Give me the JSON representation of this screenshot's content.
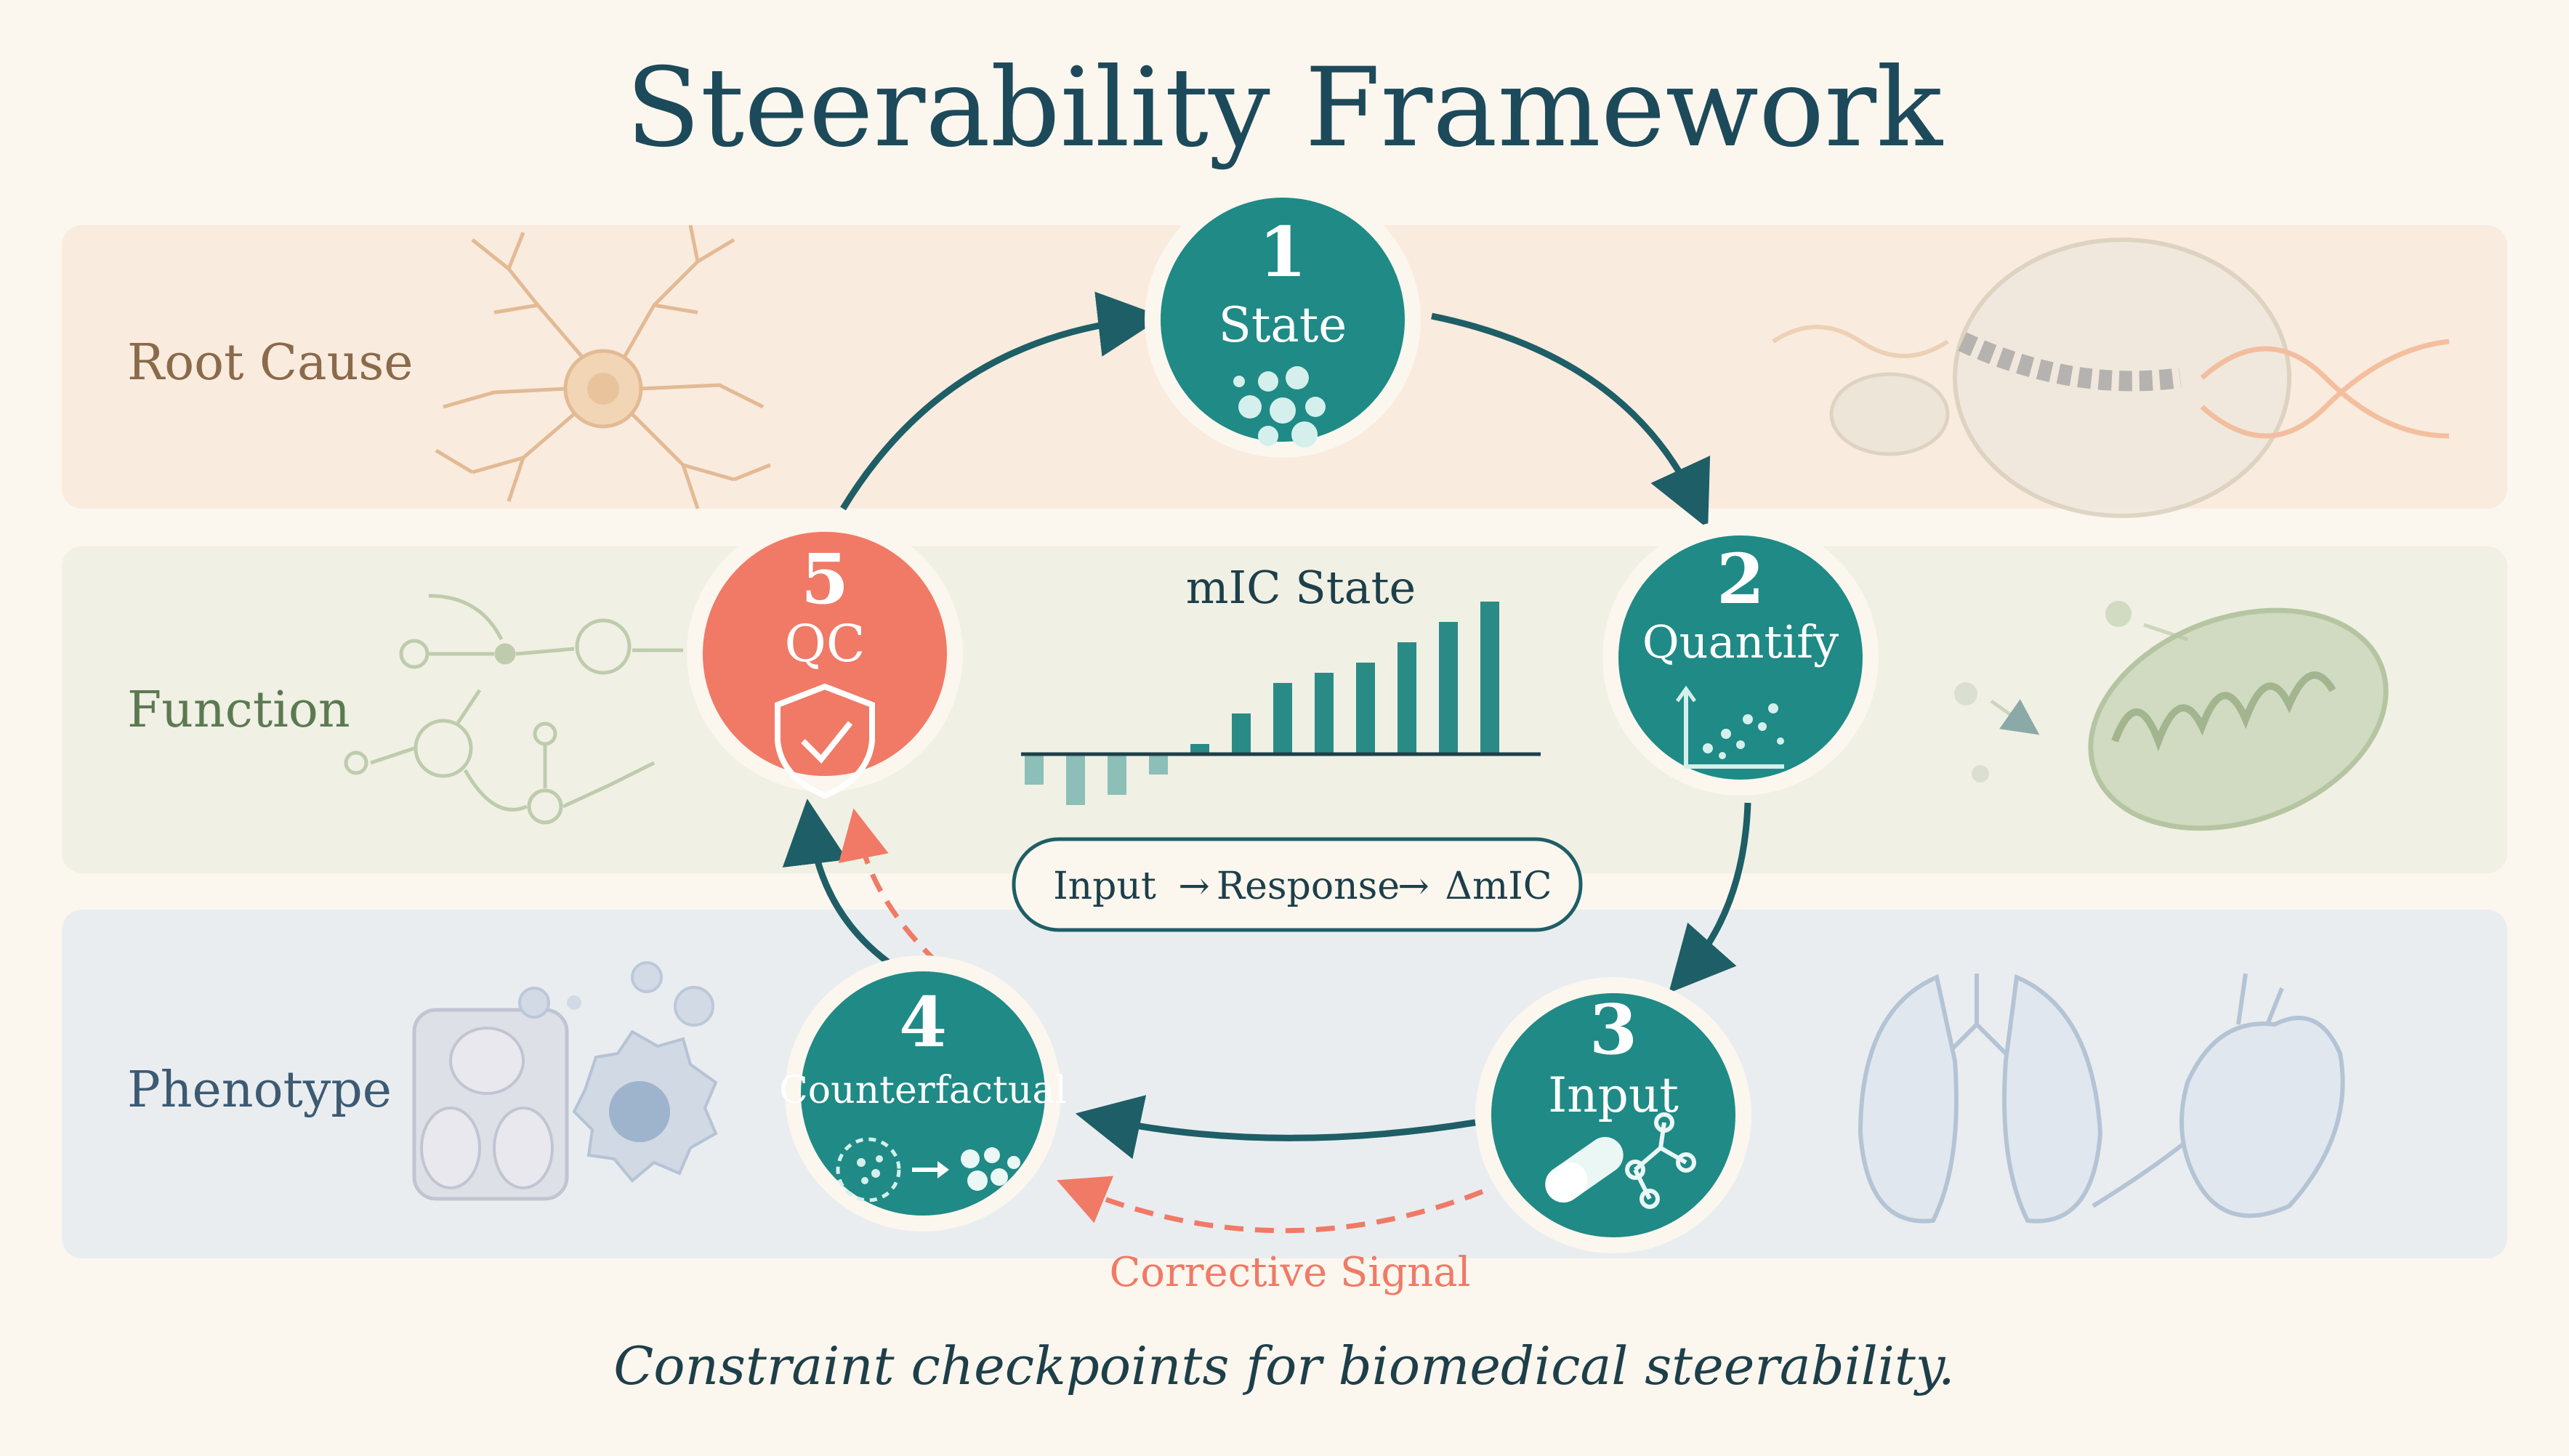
{
  "title": "Steerability Framework",
  "bands": [
    {
      "label": "Root Cause",
      "color": "#8a6a4a",
      "fill": "#f8e9da"
    },
    {
      "label": "Function",
      "color": "#5c7a52",
      "fill": "#eef0e2"
    },
    {
      "label": "Phenotype",
      "color": "#3d5a72",
      "fill": "#e7ecef"
    }
  ],
  "steps": [
    {
      "number": "1",
      "label": "State",
      "icon": "dots-cluster-icon",
      "color": "#1f8a86"
    },
    {
      "number": "2",
      "label": "Quantify",
      "icon": "scatter-plot-icon",
      "color": "#1f8a86"
    },
    {
      "number": "3",
      "label": "Input",
      "icon": "pill-molecule-icon",
      "color": "#1f8a86"
    },
    {
      "number": "4",
      "label": "Counterfactual",
      "icon": "dots-transform-icon",
      "color": "#1f8a86"
    },
    {
      "number": "5",
      "label": "QC",
      "icon": "shield-check-icon",
      "color": "#f07a66"
    }
  ],
  "center": {
    "chart_title": "mIC State",
    "pipeline": {
      "input": "Input",
      "arrow": "→",
      "response": "Response",
      "delta": "ΔmIC"
    }
  },
  "chart_data": {
    "type": "bar",
    "title": "mIC State",
    "values": [
      -3,
      -5,
      -4,
      -2,
      1,
      4,
      7,
      8,
      9,
      11,
      13,
      15
    ],
    "color": "#2a8b86"
  },
  "corrective_signal": "Corrective Signal",
  "caption": "Constraint checkpoints for biomedical steerability.",
  "colors": {
    "teal": "#1f8a86",
    "coral": "#f07a66",
    "title": "#1d4a5a",
    "arrow": "#1e5e66"
  }
}
